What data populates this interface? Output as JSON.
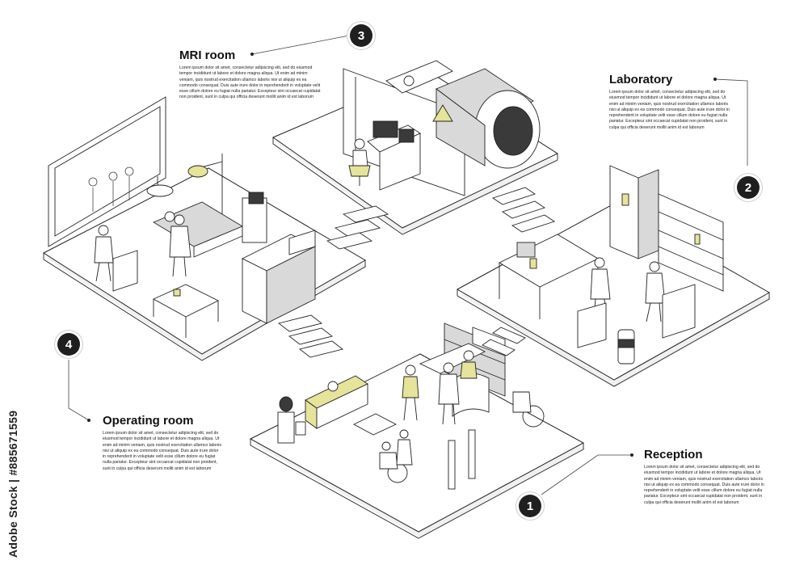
{
  "rooms": [
    {
      "id": "mri",
      "title": "MRI room",
      "number": "3",
      "body": "Lorem ipsum dolor sit amet, consectetur adipiscing elit, sed do eiusmod tempor incididunt ut labore et dolore magna aliqua. Ut enim ad minim veniam, quis nostrud exercitation ullamco laboris nisi ut aliquip ex ea commodo consequat. Duis aute irure dolor in reprehenderit in voluptate velit esse cillum dolore eu fugiat nulla pariatur. Excepteur sint occaecat cupidatat non proident, sunt in culpa qui officia deserunt mollit anim id est laborum"
    },
    {
      "id": "laboratory",
      "title": "Laboratory",
      "number": "2",
      "body": "Lorem ipsum dolor sit amet, consectetur adipiscing elit, sed do eiusmod tempor incididunt ut labore et dolore magna aliqua. Ut enim ad minim veniam, quis nostrud exercitation ullamco laboris nisi ut aliquip ex ea commodo consequat. Duis aute irure dolor in reprehenderit in voluptate velit esse cillum dolore eu fugiat nulla pariatur. Excepteur sint occaecat cupidatat non proident, sunt in culpa qui officia deserunt mollit anim id est laborum"
    },
    {
      "id": "operating",
      "title": "Operating room",
      "number": "4",
      "body": "Lorem ipsum dolor sit amet, consectetur adipiscing elit, sed do eiusmod tempor incididunt ut labore et dolore magna aliqua. Ut enim ad minim veniam, quis nostrud exercitation ullamco laboris nisi ut aliquip ex ea commodo consequat. Duis aute irure dolor in reprehenderit in voluptate velit esse cillum dolore eu fugiat nulla pariatur. Excepteur sint occaecat cupidatat non proident, sunt in culpa qui officia deserunt mollit anim id est laborum"
    },
    {
      "id": "reception",
      "title": "Reception",
      "number": "1",
      "body": "Lorem ipsum dolor sit amet, consectetur adipiscing elit, sed do eiusmod tempor incididunt ut labore et dolore magna aliqua. Ut enim ad minim veniam, quis nostrud exercitation ullamco laboris nisi ut aliquip ex ea commodo consequat. Duis aute irure dolor in reprehenderit in voluptate velit esse cillum dolore eu fugiat nulla pariatur. Excepteur sint occaecat cupidatat non proident, sunt in culpa qui officia deserunt mollit anim id est laborum"
    }
  ],
  "credit": "Adobe Stock | #885671559",
  "colors": {
    "accent": "#e6e39a",
    "line": "#222222",
    "floor": "#ffffff",
    "shadow": "#eeeeee",
    "badge": "#1f1f1f"
  }
}
